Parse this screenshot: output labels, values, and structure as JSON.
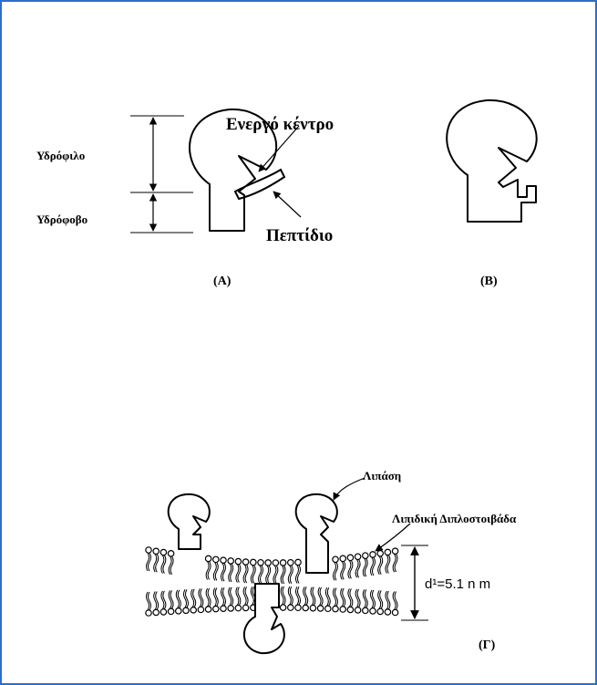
{
  "labels": {
    "hydrophilic": "Υδρόφιλο",
    "hydrophobic": "Υδρόφοβο",
    "active_center": "Ενεργό κέντρο",
    "peptide": "Πεπτίδιο",
    "panel_a": "(A)",
    "panel_b": "(B)",
    "lipase": "Λιπάση",
    "lipid_bilayer": "Λιπιδική Διπλοστοιβάδα",
    "thickness": "d¹=5.1 n m",
    "panel_c": "(Γ)"
  },
  "colors": {
    "frame": "#2a6fc9",
    "ink": "#000000"
  }
}
